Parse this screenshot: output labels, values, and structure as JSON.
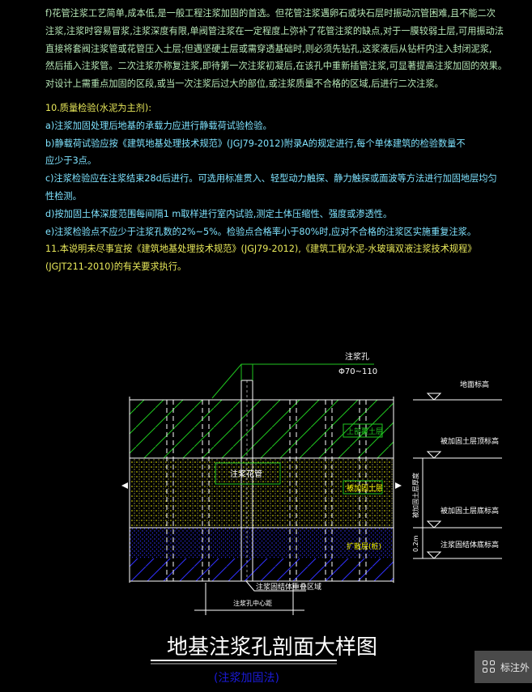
{
  "notes": {
    "lines": [
      {
        "text": "f)花管注浆工艺简单,成本低,是一般工程注浆加固的首选。但花管注浆遇卵石或块石层时振动沉管困难,且不能二次",
        "color": "green"
      },
      {
        "text": "注浆,注浆时容易冒浆,注浆深度有限,单阀管注浆在一定程度上弥补了花管注浆的缺点,对于一膜较弱土层,可用振动法",
        "color": "green"
      },
      {
        "text": "直接将套阀注浆管或花管压入土层;但遇坚硬土层或需穿透基础时,则必须先钻孔,这浆液后从钻杆内注入封闭泥浆,",
        "color": "green"
      },
      {
        "text": "然后插入注浆管。二次注浆亦称复注浆,即待第一次注浆初凝后,在该孔中重新插管注浆,可显著提高注浆加固的效果。",
        "color": "green"
      },
      {
        "text": "对设计上需重点加固的区段,或当一次注浆后过大的部位,或注浆质量不合格的区域,后进行二次注浆。",
        "color": "green"
      },
      {
        "text": "10.质量检验(水泥为主剂):",
        "color": "yellow",
        "gap": true
      },
      {
        "text": "a)注浆加固处理后地基的承载力应进行静载荷试验检验。",
        "color": "cyan"
      },
      {
        "text": "b)静载荷试验应按《建筑地基处理技术规范》(JGJ79-2012)附录A的规定进行,每个单体建筑的检验数量不",
        "color": "cyan"
      },
      {
        "text": "应少于3点。",
        "color": "cyan"
      },
      {
        "text": "c)注浆检验应在注浆结束28d后进行。可选用标准贯入、轻型动力触探、静力触探或面波等方法进行加固地层均匀",
        "color": "cyan"
      },
      {
        "text": "性检测。",
        "color": "cyan"
      },
      {
        "text": "d)按加固土体深度范围每间隔1 m取样进行室内试验,测定土体压缩性、强度或渗透性。",
        "color": "cyan"
      },
      {
        "text": "e)注浆检验点不应少于注浆孔数的2%~5%。检验点合格率小于80%时,应对不合格的注浆区实施重复注浆。",
        "color": "cyan"
      },
      {
        "text": "11.本说明未尽事宜按《建筑地基处理技术规范》(JGJ79-2012),《建筑工程水泥-水玻璃双液注浆技术规程》",
        "color": "yellow"
      },
      {
        "text": "(JGJT211-2010)的有关要求执行。",
        "color": "yellow"
      }
    ]
  },
  "drawing": {
    "hole_label": "注浆孔",
    "hole_dia": "Φ70~110",
    "ground_label": "地面标高",
    "top_level_label": "被加固土层顶标高",
    "bottom_level_label": "被加固土层底标高",
    "grout_bottom_label": "注浆固结体底标高",
    "layer1": "上部覆土层",
    "layer2": "被加固土层",
    "layer3": "扩散层(桩)",
    "pipe_label": "注浆花管",
    "overlap_label": "注浆固结体重叠区域",
    "spacing_label": "注浆孔中心距",
    "thickness_label": "被加固土层厚度",
    "depth_label": "0.2m",
    "title": "地基注浆孔剖面大样图",
    "subtitle": "(注浆加固法)",
    "colors": {
      "green": "#1fc61f",
      "yellow": "#f2f200",
      "blue": "#1b1bd8",
      "line": "#ffffff"
    }
  },
  "toast": {
    "label": "标注外"
  }
}
